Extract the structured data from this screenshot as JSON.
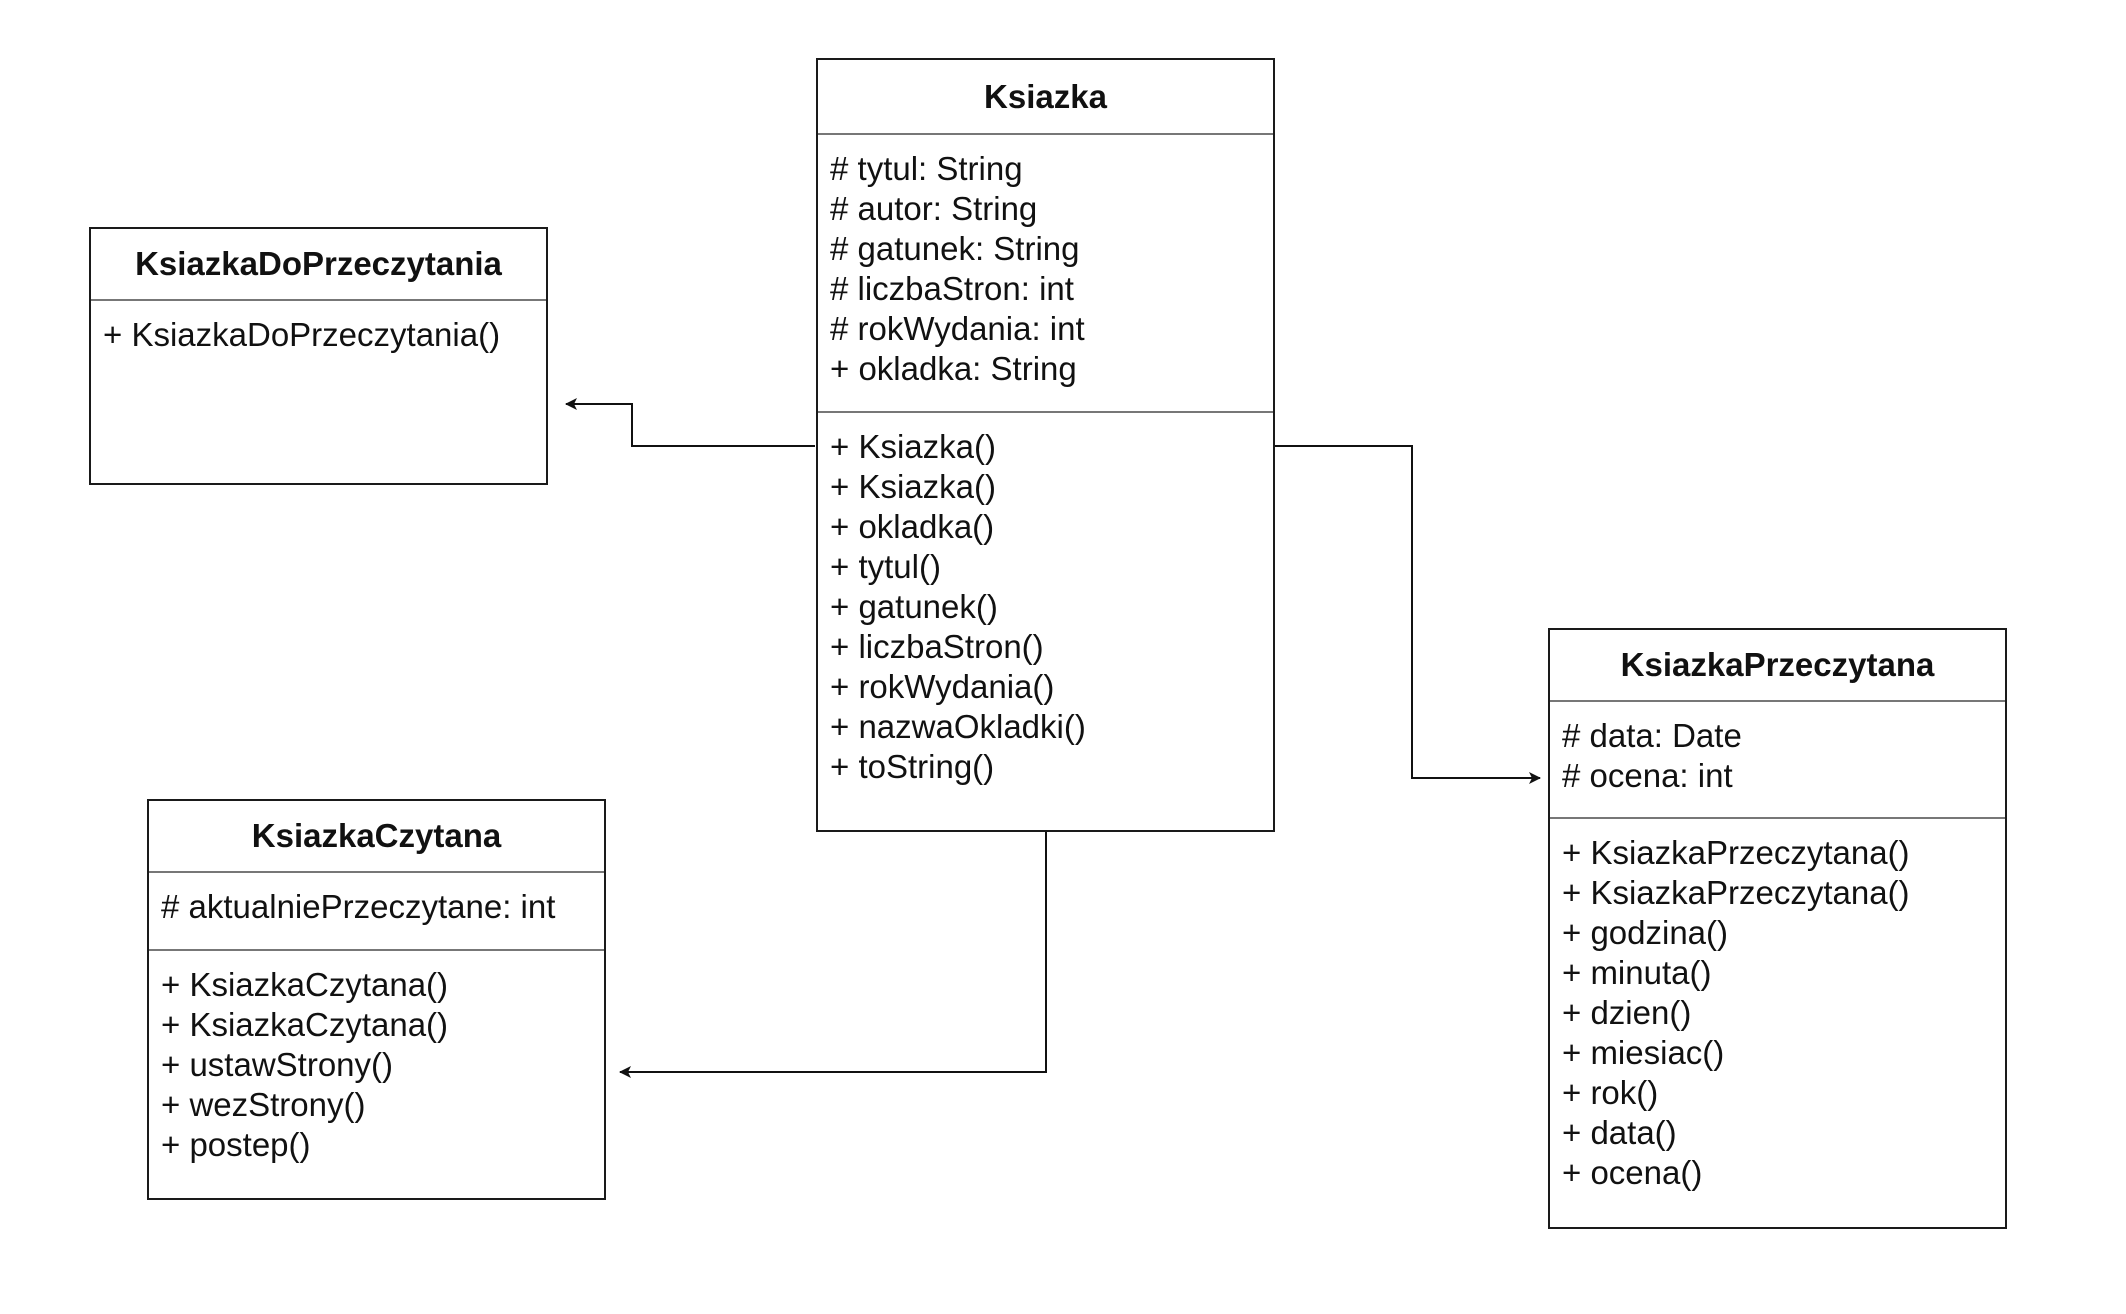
{
  "diagram": {
    "classes": [
      {
        "id": "ksiazka",
        "name": "Ksiazka",
        "attributes": [
          "# tytul: String",
          "# autor: String",
          "# gatunek: String",
          "# liczbaStron: int",
          "# rokWydania: int",
          "+ okladka: String"
        ],
        "methods": [
          "+ Ksiazka()",
          "+ Ksiazka()",
          "+ okladka()",
          "+ tytul()",
          "+ gatunek()",
          "+ liczbaStron()",
          "+ rokWydania()",
          "+ nazwaOkladki()",
          "+ toString()"
        ]
      },
      {
        "id": "ksiazka-do-przeczytania",
        "name": "KsiazkaDoPrzeczytania",
        "attributes": [],
        "methods": [
          "+ KsiazkaDoPrzeczytania()"
        ]
      },
      {
        "id": "ksiazka-czytana",
        "name": "KsiazkaCzytana",
        "attributes": [
          "# aktualniePrzeczytane: int"
        ],
        "methods": [
          "+ KsiazkaCzytana()",
          "+ KsiazkaCzytana()",
          "+ ustawStrony()",
          "+ wezStrony()",
          "+ postep()"
        ]
      },
      {
        "id": "ksiazka-przeczytana",
        "name": "KsiazkaPrzeczytana",
        "attributes": [
          "# data: Date",
          "# ocena: int"
        ],
        "methods": [
          "+ KsiazkaPrzeczytana()",
          "+ KsiazkaPrzeczytana()",
          "+ godzina()",
          "+ minuta()",
          "+ dzien()",
          "+ miesiac()",
          "+ rok()",
          "+ data()",
          "+ ocena()"
        ]
      }
    ],
    "relations": [
      {
        "from": "ksiazka",
        "to": "ksiazka-do-przeczytania"
      },
      {
        "from": "ksiazka",
        "to": "ksiazka-przeczytana"
      },
      {
        "from": "ksiazka",
        "to": "ksiazka-czytana"
      }
    ]
  }
}
